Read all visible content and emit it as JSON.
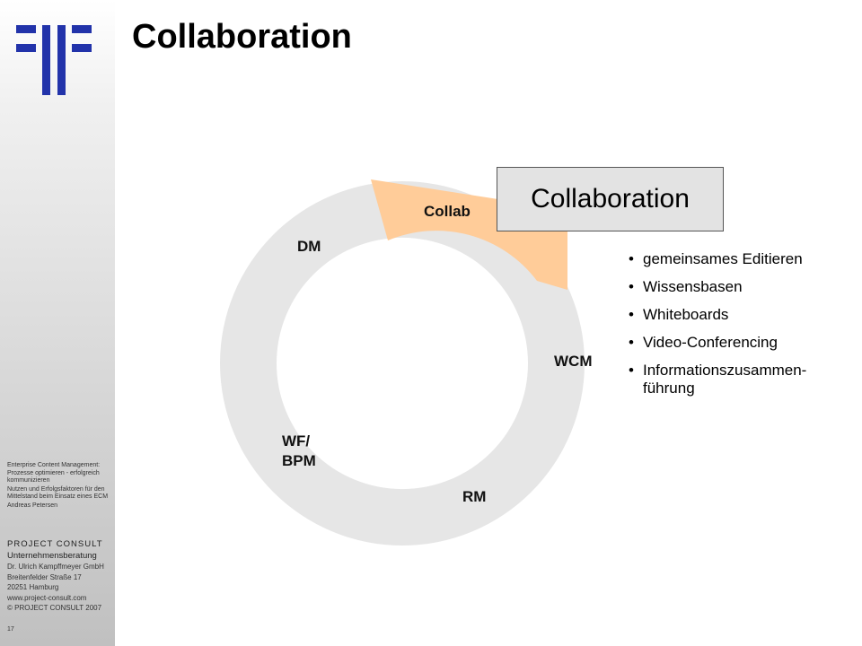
{
  "title": "Collaboration",
  "sidebar": {
    "small_lines": [
      "Enterprise Content Management: Prozesse optimieren - erfolgreich kommunizieren",
      "Nutzen und Erfolgsfaktoren für den Mittelstand beim Einsatz eines ECM",
      "Andreas Petersen"
    ],
    "company": "PROJECT CONSULT",
    "company_sub": "Unternehmensberatung",
    "contact_lines": [
      "Dr. Ulrich Kampffmeyer GmbH",
      "Breitenfelder Straße 17",
      "20251 Hamburg",
      "www.project-consult.com",
      "© PROJECT CONSULT 2007"
    ],
    "page_number": "17"
  },
  "diagram": {
    "segments": [
      {
        "label": "Collab",
        "highlighted": true
      },
      {
        "label": "WCM",
        "highlighted": false
      },
      {
        "label": "RM",
        "highlighted": false
      },
      {
        "label": "WF/\nBPM",
        "highlighted": false
      },
      {
        "label": "DM",
        "highlighted": false
      }
    ],
    "callout": "Collaboration",
    "bullets": [
      "gemeinsames Editieren",
      "Wissensbasen",
      "Whiteboards",
      "Video-Conferencing",
      "Informationszusammen-\nführung"
    ],
    "colors": {
      "ring": "#e6e6e6",
      "highlight": "#ffcc99",
      "callout_bg": "#e3e3e3",
      "logo": "#2233aa"
    }
  }
}
